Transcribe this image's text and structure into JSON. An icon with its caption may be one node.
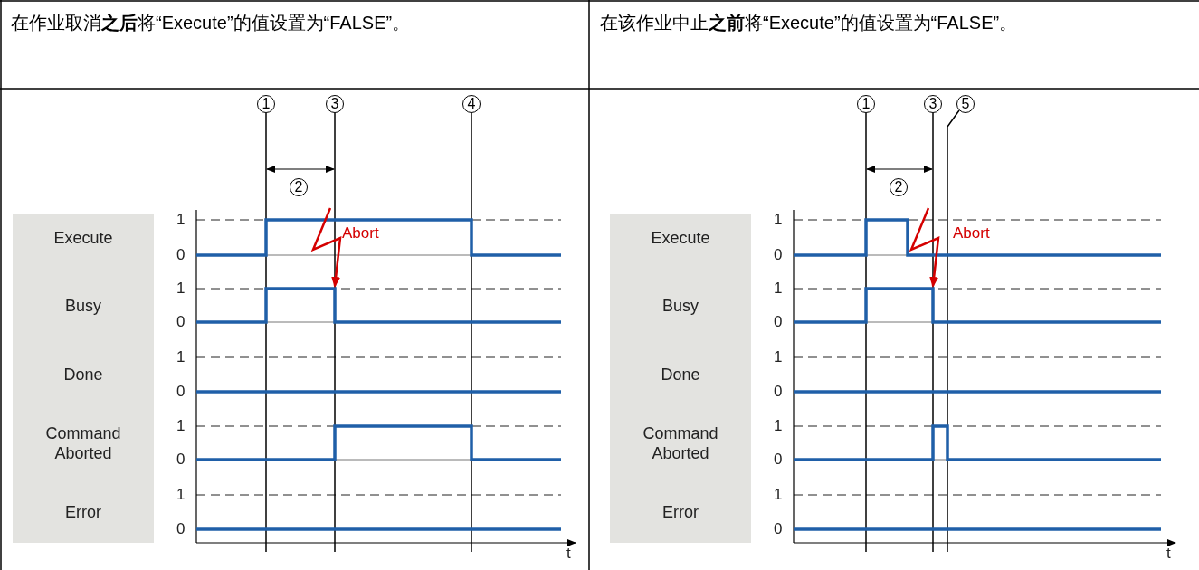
{
  "diagram": {
    "nodes": [
      {
        "text": [
          "Execute",
          "Busy",
          "Done",
          "Command Aborted",
          "Error"
        ]
      },
      {
        "text": [
          "1"
        ]
      },
      {
        "text": [
          "3"
        ]
      },
      {
        "text": [
          "4"
        ]
      },
      {
        "text": [
          "2"
        ]
      },
      {
        "text": [
          "Execute",
          "Busy",
          "Done",
          "Command Aborted",
          "Error"
        ]
      },
      {
        "text": [
          "1"
        ]
      },
      {
        "text": [
          "3"
        ]
      },
      {
        "text": [
          "5"
        ]
      },
      {
        "text": [
          "2"
        ]
      }
    ],
    "edges": [
      {
        "from": 1,
        "to": null,
        "arrow": "none"
      },
      {
        "from": 2,
        "to": null,
        "arrow": "none"
      },
      {
        "from": 3,
        "to": null,
        "arrow": "none"
      },
      {
        "from": 6,
        "to": null,
        "arrow": "none"
      },
      {
        "from": 7,
        "to": null,
        "arrow": "none"
      },
      {
        "from": 8,
        "to": null,
        "arrow": "none"
      }
    ],
    "labels": [
      "在作业取消**之后**将“Execute”的值设置为“FALSE”。",
      "在该作业中止**之前**将“Execute”的值设置为“FALSE”。",
      "1",
      "0",
      "1",
      "0",
      "1",
      "0",
      "1",
      "0",
      "1",
      "0",
      "Abort",
      "t",
      "1",
      "0",
      "1",
      "0",
      "1",
      "0",
      "1",
      "0",
      "1",
      "0",
      "Abort",
      "t"
    ]
  }
}
